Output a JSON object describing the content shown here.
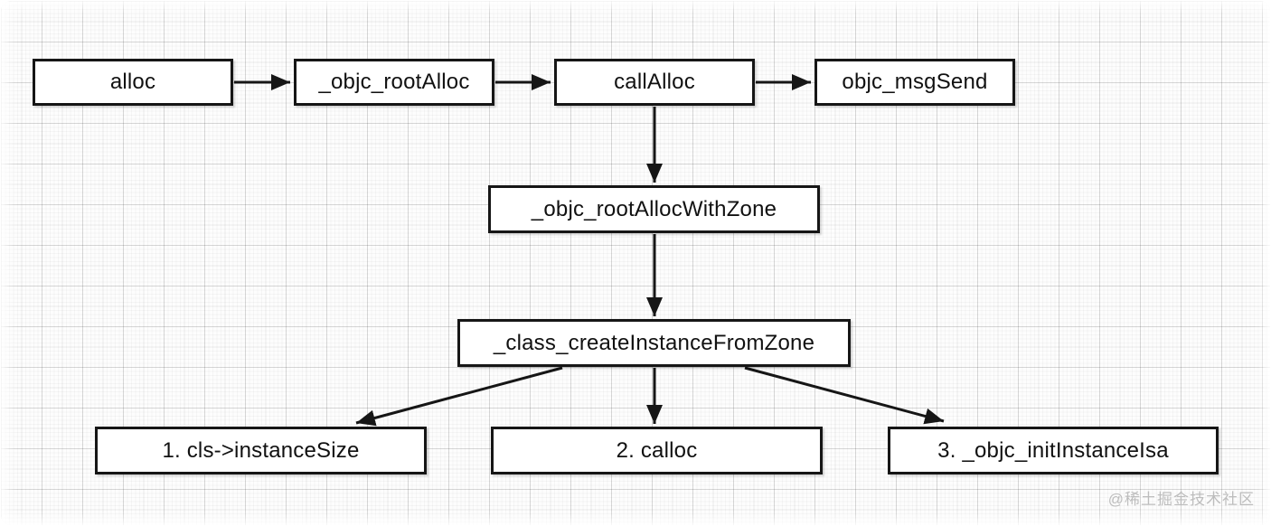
{
  "diagram": {
    "type": "flowchart",
    "topic": "Objective-C alloc call flow",
    "nodes": [
      {
        "id": "alloc",
        "label": "alloc"
      },
      {
        "id": "objc_rootAlloc",
        "label": "_objc_rootAlloc"
      },
      {
        "id": "callAlloc",
        "label": "callAlloc"
      },
      {
        "id": "objc_msgSend",
        "label": "objc_msgSend"
      },
      {
        "id": "objc_rootAllocWithZone",
        "label": "_objc_rootAllocWithZone"
      },
      {
        "id": "class_createInstanceFromZone",
        "label": "_class_createInstanceFromZone"
      },
      {
        "id": "instanceSize",
        "label": "1. cls->instanceSize"
      },
      {
        "id": "calloc",
        "label": "2. calloc"
      },
      {
        "id": "initInstanceIsa",
        "label": "3. _objc_initInstanceIsa"
      }
    ],
    "edges": [
      {
        "from": "alloc",
        "to": "objc_rootAlloc"
      },
      {
        "from": "objc_rootAlloc",
        "to": "callAlloc"
      },
      {
        "from": "callAlloc",
        "to": "objc_msgSend"
      },
      {
        "from": "callAlloc",
        "to": "objc_rootAllocWithZone"
      },
      {
        "from": "objc_rootAllocWithZone",
        "to": "class_createInstanceFromZone"
      },
      {
        "from": "class_createInstanceFromZone",
        "to": "instanceSize"
      },
      {
        "from": "class_createInstanceFromZone",
        "to": "calloc"
      },
      {
        "from": "class_createInstanceFromZone",
        "to": "initInstanceIsa"
      }
    ],
    "colors": {
      "node_fill": "#ffffff",
      "node_border": "#161616",
      "arrow": "#161616",
      "grid_line": "#e7e7e7",
      "background": "#fdfdfd",
      "watermark": "#bdbdbd"
    }
  },
  "watermark": {
    "text": "@稀土掘金技术社区"
  }
}
